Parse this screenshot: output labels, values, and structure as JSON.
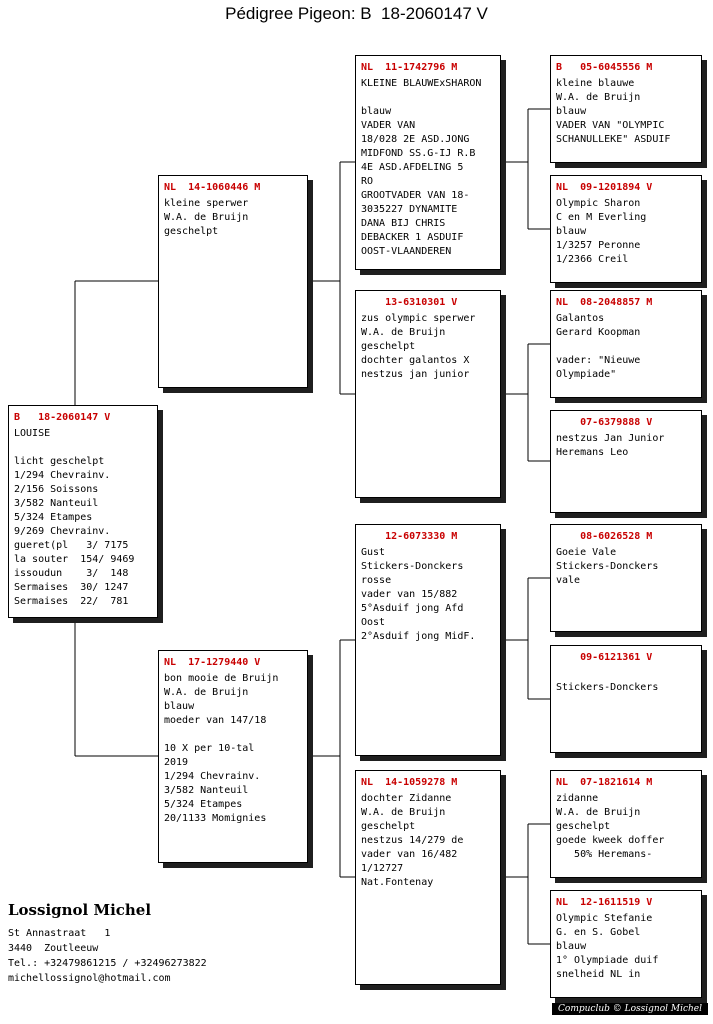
{
  "title": "Pédigree Pigeon: B  18-2060147 V",
  "colors": {
    "header_red": "#c80000",
    "shadow": "#1f1f1f",
    "line": "#000000"
  },
  "boxes": {
    "subject": {
      "header": "B   18-2060147 V",
      "lines": [
        "LOUISE",
        "",
        "licht geschelpt",
        "1/294 Chevrainv.",
        "2/156 Soissons",
        "3/582 Nanteuil",
        "5/324 Etampes",
        "9/269 Chevrainv.",
        "gueret(pl   3/ 7175",
        "la souter  154/ 9469",
        "issoudun    3/  148",
        "Sermaises  30/ 1247",
        "Sermaises  22/  781"
      ]
    },
    "sire": {
      "header": "NL  14-1060446 M",
      "lines": [
        "kleine sperwer",
        "W.A. de Bruijn",
        "geschelpt"
      ]
    },
    "dam": {
      "header": "NL  17-1279440 V",
      "lines": [
        "bon mooie de Bruijn",
        "W.A. de Bruijn",
        "blauw",
        "moeder van 147/18",
        "",
        "10 X per 10-tal",
        "2019",
        "1/294 Chevrainv.",
        "3/582 Nanteuil",
        "5/324 Etampes",
        "20/1133 Momignies"
      ]
    },
    "sire_sire": {
      "header": "NL  11-1742796 M",
      "lines": [
        "KLEINE BLAUWExSHARON",
        "",
        "blauw",
        "VADER VAN",
        "18/028 2E ASD.JONG",
        "MIDFOND SS.G-IJ R.B",
        "4E ASD.AFDELING 5",
        "RO",
        "GROOTVADER VAN 18-",
        "3035227 DYNAMITE",
        "DANA BIJ CHRIS",
        "DEBACKER 1 ASDUIF",
        "OOST-VLAANDEREN"
      ]
    },
    "sire_dam": {
      "header": "    13-6310301 V",
      "lines": [
        "zus olympic sperwer",
        "W.A. de Bruijn",
        "geschelpt",
        "dochter galantos X",
        "nestzus jan junior"
      ]
    },
    "dam_sire": {
      "header": "    12-6073330 M",
      "lines": [
        "Gust",
        "Stickers-Donckers",
        "rosse",
        "vader van 15/882",
        "5°Asduif jong Afd",
        "Oost",
        "2°Asduif jong MidF."
      ]
    },
    "dam_dam": {
      "header": "NL  14-1059278 M",
      "lines": [
        "dochter Zidanne",
        "W.A. de Bruijn",
        "geschelpt",
        "nestzus 14/279 de",
        "vader van 16/482",
        "1/12727",
        "Nat.Fontenay"
      ]
    },
    "ss_sire": {
      "header": "B   05-6045556 M",
      "lines": [
        "kleine blauwe",
        "W.A. de Bruijn",
        "blauw",
        "VADER VAN \"OLYMPIC",
        "SCHANULLEKE\" ASDUIF"
      ]
    },
    "ss_dam": {
      "header": "NL  09-1201894 V",
      "lines": [
        "Olympic Sharon",
        "C en M Everling",
        "blauw",
        "1/3257 Peronne",
        "1/2366 Creil"
      ]
    },
    "sd_sire": {
      "header": "NL  08-2048857 M",
      "lines": [
        "Galantos",
        "Gerard Koopman",
        "",
        "vader: \"Nieuwe",
        "Olympiade\""
      ]
    },
    "sd_dam": {
      "header": "    07-6379888 V",
      "lines": [
        "nestzus Jan Junior",
        "Heremans Leo"
      ]
    },
    "ds_sire": {
      "header": "    08-6026528 M",
      "lines": [
        "Goeie Vale",
        "Stickers-Donckers",
        "vale"
      ]
    },
    "ds_dam": {
      "header": "    09-6121361 V",
      "lines": [
        "",
        "Stickers-Donckers"
      ]
    },
    "dd_sire": {
      "header": "NL  07-1821614 M",
      "lines": [
        "zidanne",
        "W.A. de Bruijn",
        "geschelpt",
        "goede kweek doffer",
        "   50% Heremans-"
      ]
    },
    "dd_dam": {
      "header": "NL  12-1611519 V",
      "lines": [
        "Olympic Stefanie",
        "G. en S. Gobel",
        "blauw",
        "1° Olympiade duif",
        "snelheid NL in"
      ]
    }
  },
  "owner": {
    "name": "Lossignol Michel",
    "address_line1": "St Annastraat   1",
    "address_line2": "3440  Zoutleeuw",
    "tel": "Tel.: +32479861215 / +32496273822",
    "email": "michellossignol@hotmail.com"
  },
  "stamp": "Compuclub © Lossignol Michel"
}
